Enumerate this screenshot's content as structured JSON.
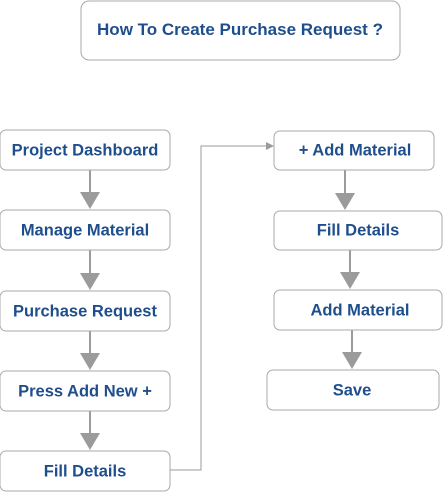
{
  "title": "How To Create Purchase Request ?",
  "colors": {
    "text": "#1f4e8c",
    "border": "#a8a8a8",
    "arrow": "#9b9b9b",
    "background": "#ffffff"
  },
  "left_column": {
    "steps": [
      "Project Dashboard",
      "Manage Material",
      "Purchase Request",
      "Press Add New +",
      "Fill Details"
    ]
  },
  "right_column": {
    "steps": [
      "+ Add Material",
      "Fill Details",
      "Add Material",
      "Save"
    ]
  }
}
